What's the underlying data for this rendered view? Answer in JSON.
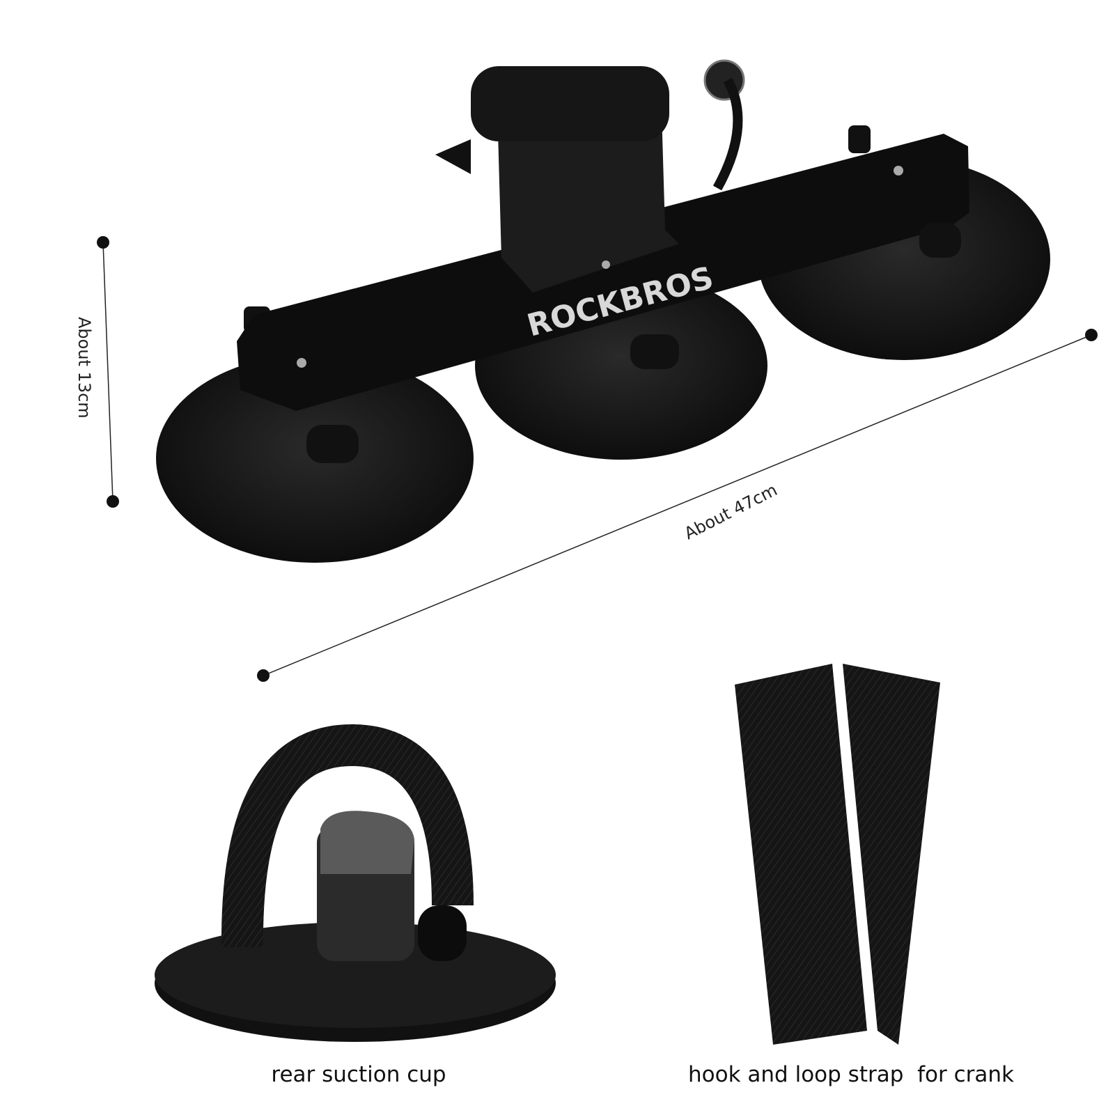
{
  "brand": {
    "logo": "ROCKBROS"
  },
  "dimensions": {
    "height_label": "About 13cm",
    "length_label": "About 47cm"
  },
  "accessories": [
    {
      "label": "rear suction cup"
    },
    {
      "label": "hook and loop strap  for crank"
    }
  ],
  "colors": {
    "product": "#111111",
    "background": "#ffffff",
    "logo": "#d8d8d8"
  }
}
